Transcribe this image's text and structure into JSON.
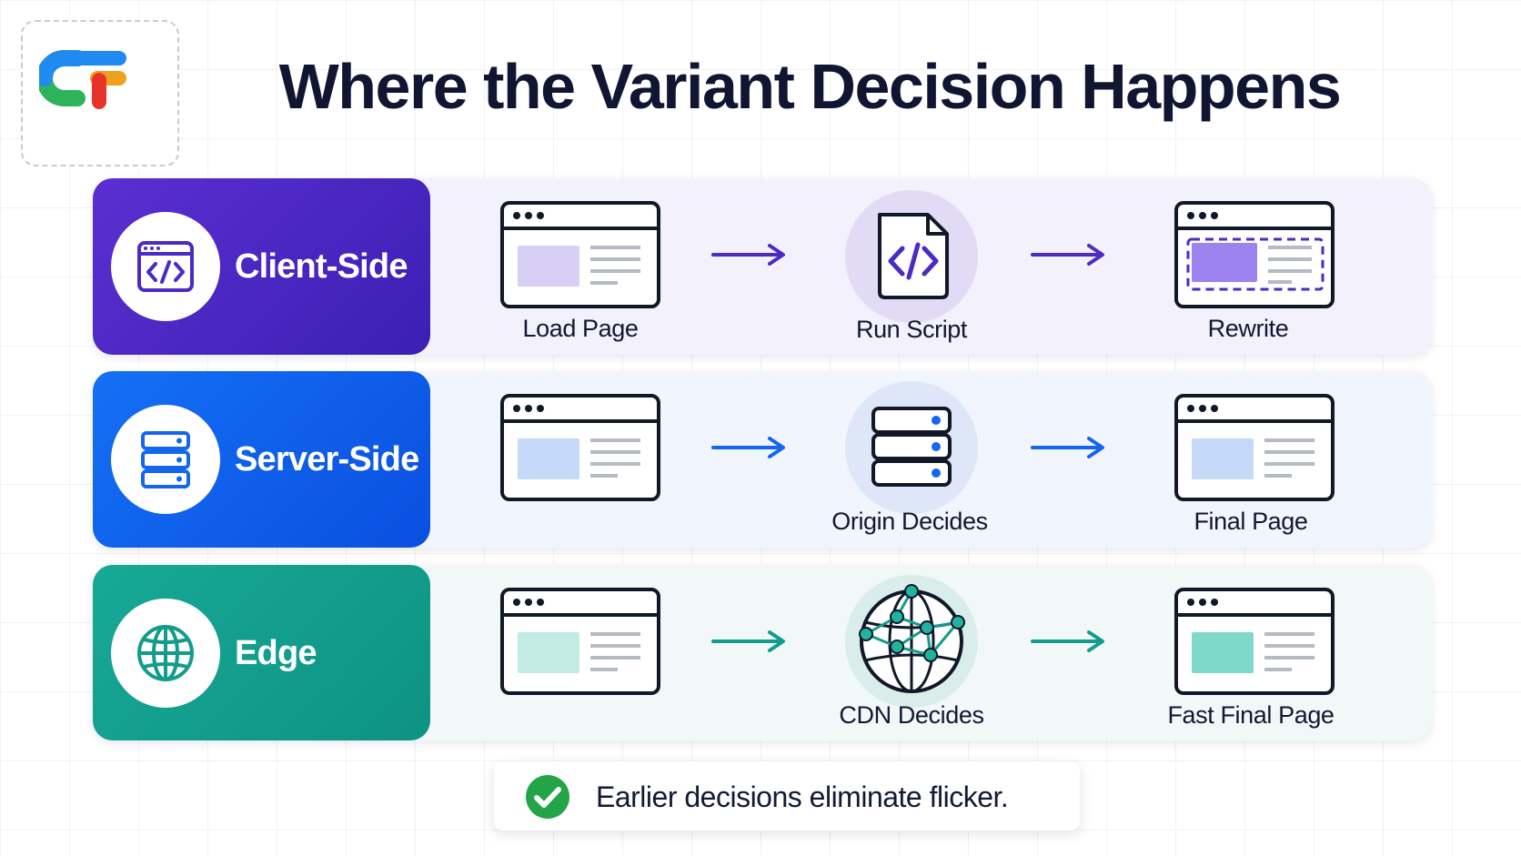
{
  "title": "Where the Variant Decision Happens",
  "logo": {
    "icon": "brand-logo",
    "colors": [
      "#1f8bf0",
      "#2db35a",
      "#f0a020",
      "#e8332a"
    ]
  },
  "rows": [
    {
      "key": "client",
      "label": "Client-Side",
      "icon": "code-window-icon",
      "accent": "#4b2bc4",
      "tint": "#d8cff7",
      "steps": [
        {
          "label": "Load Page",
          "icon": "browser-window-icon"
        },
        {
          "label": "Run Script",
          "icon": "code-file-icon"
        },
        {
          "label": "Rewrite",
          "icon": "browser-rewrite-icon"
        }
      ]
    },
    {
      "key": "server",
      "label": "Server-Side",
      "icon": "server-stack-icon",
      "accent": "#1466f0",
      "tint": "#c4daf8",
      "steps": [
        {
          "label": "",
          "icon": "browser-window-icon"
        },
        {
          "label": "Origin Decides",
          "icon": "server-stack-icon"
        },
        {
          "label": "Final Page",
          "icon": "browser-window-icon"
        }
      ]
    },
    {
      "key": "edge",
      "label": "Edge",
      "icon": "globe-icon",
      "accent": "#139c8b",
      "tint": "#c2ebe4",
      "steps": [
        {
          "label": "",
          "icon": "browser-window-icon"
        },
        {
          "label": "CDN Decides",
          "icon": "network-globe-icon"
        },
        {
          "label": "Fast Final Page",
          "icon": "browser-window-icon"
        }
      ]
    }
  ],
  "callout": {
    "text": "Earlier decisions eliminate flicker.",
    "icon": "check-circle-icon",
    "color": "#22a447"
  }
}
